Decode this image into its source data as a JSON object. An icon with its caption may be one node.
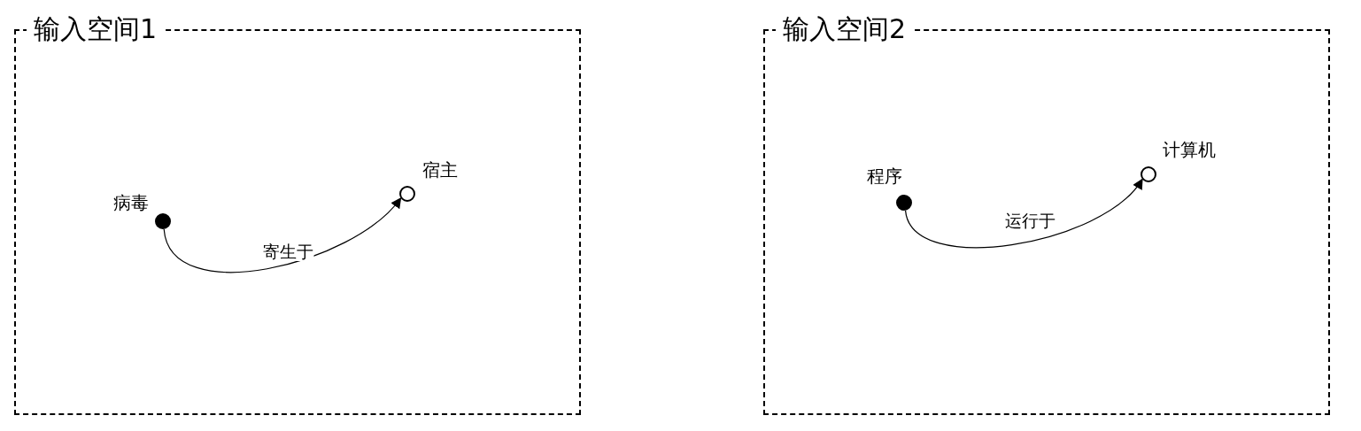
{
  "diagram": {
    "nodes": [
      {
        "text": [
          "输入空间1"
        ]
      },
      {
        "text": [],
        "shape": "circle",
        "beside": [
          "病毒"
        ],
        "in": 0
      },
      {
        "text": [],
        "shape": "circle",
        "beside": [
          "宿主"
        ],
        "in": 0
      },
      {
        "text": [
          "输入空间2"
        ]
      },
      {
        "text": [],
        "shape": "circle",
        "beside": [
          "程序"
        ],
        "in": 3
      },
      {
        "text": [],
        "shape": "circle",
        "beside": [
          "计算机"
        ],
        "in": 3
      }
    ],
    "edges": [
      {
        "from": 1,
        "to": 2,
        "arrow": "to",
        "label": "寄生于"
      },
      {
        "from": 4,
        "to": 5,
        "arrow": "to",
        "label": "运行于"
      }
    ]
  }
}
